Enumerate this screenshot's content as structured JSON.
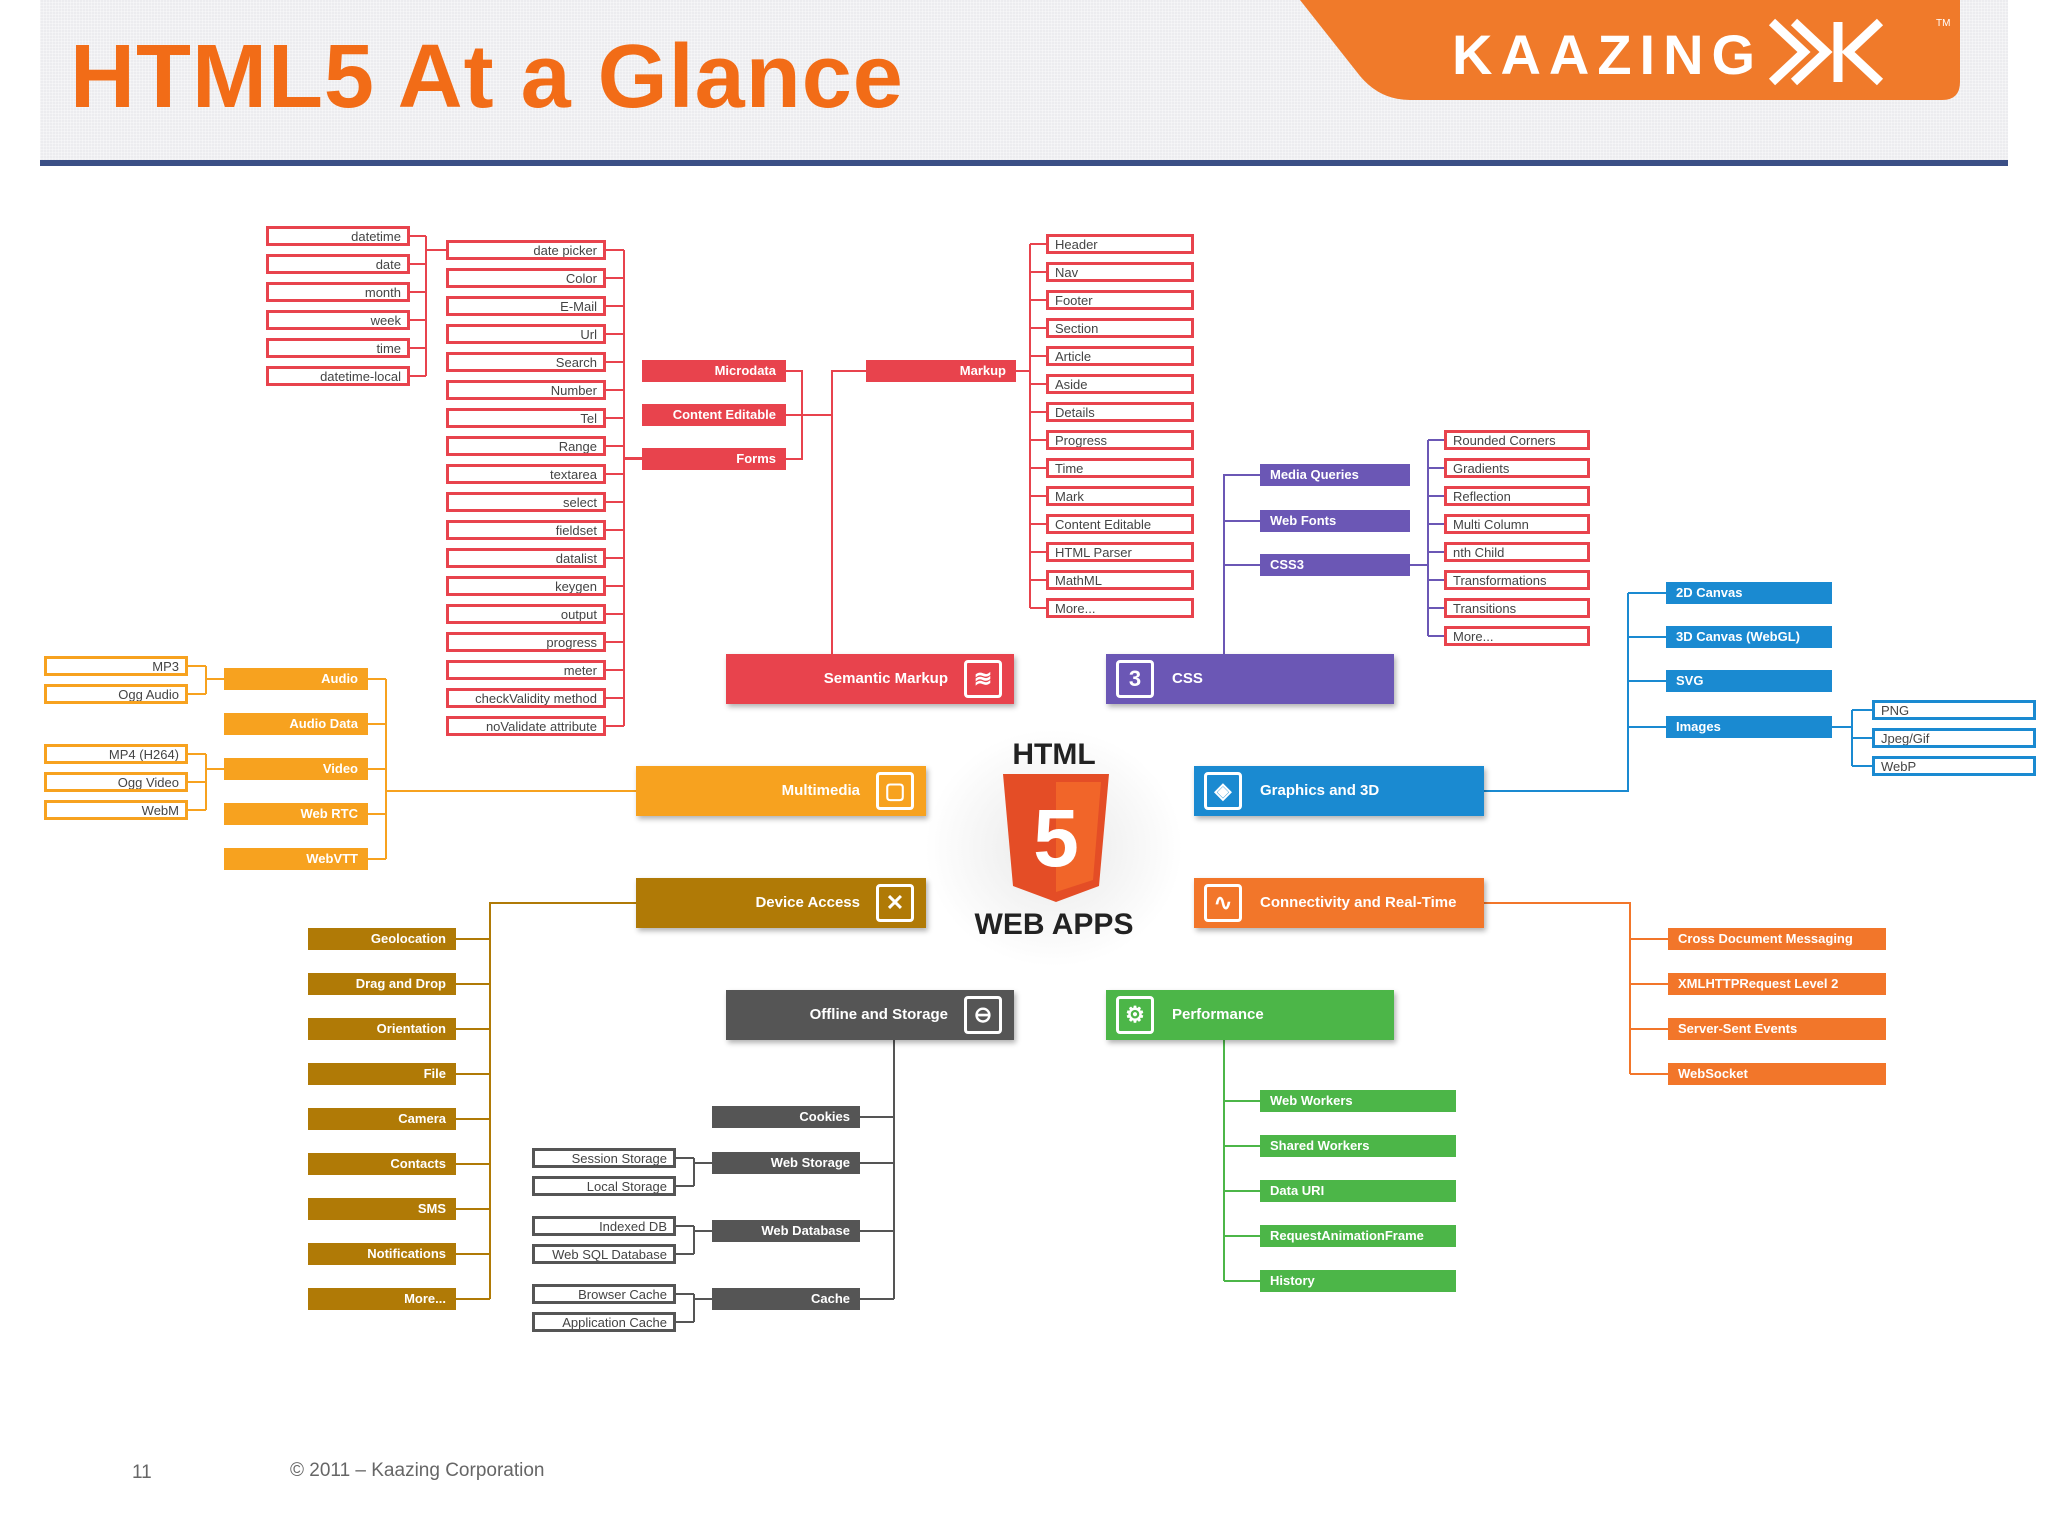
{
  "slide": {
    "title": "HTML5 At a Glance",
    "logo": "KAAZING",
    "logo_mark": "TM",
    "page_number": "11",
    "copyright": "© 2011 – Kaazing Corporation"
  },
  "center": {
    "top": "HTML",
    "shield": "5",
    "bottom": "WEB APPS"
  },
  "categories": {
    "semantic": "Semantic Markup",
    "css": "CSS",
    "multimedia": "Multimedia",
    "graphics": "Graphics and 3D",
    "device": "Device Access",
    "connectivity": "Connectivity and Real-Time",
    "offline": "Offline and Storage",
    "performance": "Performance"
  },
  "semantic_groups": [
    "Microdata",
    "Content Editable",
    "Forms",
    "Markup"
  ],
  "date_types": [
    "datetime",
    "date",
    "month",
    "week",
    "time",
    "datetime-local"
  ],
  "form_items": [
    "date picker",
    "Color",
    "E-Mail",
    "Url",
    "Search",
    "Number",
    "Tel",
    "Range",
    "textarea",
    "select",
    "fieldset",
    "datalist",
    "keygen",
    "output",
    "progress",
    "meter",
    "checkValidity method",
    "noValidate attribute"
  ],
  "markup_items": [
    "Header",
    "Nav",
    "Footer",
    "Section",
    "Article",
    "Aside",
    "Details",
    "Progress",
    "Time",
    "Mark",
    "Content Editable",
    "HTML Parser",
    "MathML",
    "More..."
  ],
  "css_groups": [
    "Media Queries",
    "Web Fonts",
    "CSS3"
  ],
  "css3_items": [
    "Rounded Corners",
    "Gradients",
    "Reflection",
    "Multi Column",
    "nth Child",
    "Transformations",
    "Transitions",
    "More..."
  ],
  "graphics_items": [
    "2D Canvas",
    "3D Canvas (WebGL)",
    "SVG",
    "Images"
  ],
  "image_formats": [
    "PNG",
    "Jpeg/Gif",
    "WebP"
  ],
  "multimedia_items": [
    "Audio",
    "Audio Data",
    "Video",
    "Web RTC",
    "WebVTT"
  ],
  "audio_formats": [
    "MP3",
    "Ogg Audio"
  ],
  "video_formats": [
    "MP4 (H264)",
    "Ogg Video",
    "WebM"
  ],
  "device_items": [
    "Geolocation",
    "Drag and Drop",
    "Orientation",
    "File",
    "Camera",
    "Contacts",
    "SMS",
    "Notifications",
    "More..."
  ],
  "connectivity_items": [
    "Cross Document Messaging",
    "XMLHTTPRequest Level 2",
    "Server-Sent Events",
    "WebSocket"
  ],
  "offline_groups": [
    "Cookies",
    "Web Storage",
    "Web Database",
    "Cache"
  ],
  "storage_items": [
    "Session Storage",
    "Local Storage"
  ],
  "database_items": [
    "Indexed DB",
    "Web SQL Database"
  ],
  "cache_items": [
    "Browser Cache",
    "Application Cache"
  ],
  "performance_items": [
    "Web Workers",
    "Shared Workers",
    "Data URI",
    "RequestAnimationFrame",
    "History"
  ],
  "colors": {
    "title": "#f26c17",
    "rule": "#3b4f86",
    "semantic": "#e8434d",
    "css": "#6b57b5",
    "graphics": "#1a8ad1",
    "multimedia": "#f7a21f",
    "device": "#b07a06",
    "connectivity": "#f2762a",
    "offline": "#555555",
    "performance": "#4cb648"
  }
}
